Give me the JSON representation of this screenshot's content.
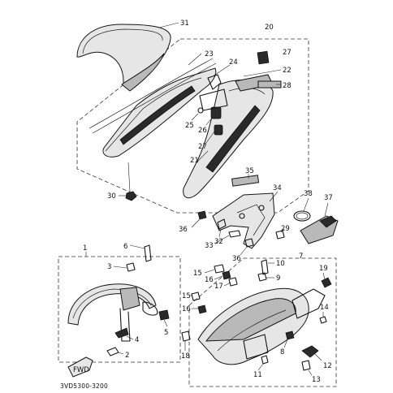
{
  "diagram_code": "3VD5300-3200",
  "fwd_label": "FWD",
  "callouts": [
    "1",
    "2",
    "3",
    "4",
    "5",
    "6",
    "7",
    "8",
    "9",
    "10",
    "11",
    "12",
    "13",
    "14",
    "15",
    "16",
    "17",
    "18",
    "19",
    "20",
    "21",
    "22",
    "23",
    "24",
    "25",
    "26",
    "27",
    "28",
    "29",
    "30",
    "31",
    "32",
    "33",
    "34",
    "35",
    "36",
    "37",
    "38"
  ]
}
